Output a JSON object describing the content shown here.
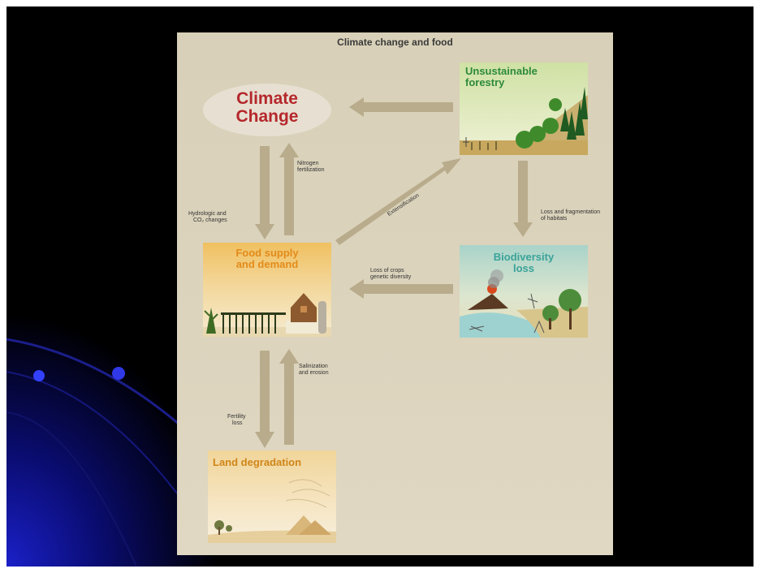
{
  "diagram": {
    "title": "Climate change and food",
    "nodes": {
      "climate_change": {
        "line1": "Climate",
        "line2": "Change"
      },
      "food_supply": {
        "line1": "Food supply",
        "line2": "and demand"
      },
      "forestry": {
        "line1": "Unsustainable",
        "line2": "forestry"
      },
      "biodiversity": {
        "line1": "Biodiversity",
        "line2": "loss"
      },
      "land_degradation": {
        "line1": "Land degradation"
      }
    },
    "arrow_labels": {
      "nitrogen": {
        "line1": "Nitrogen",
        "line2": "fertilization"
      },
      "hydrologic": {
        "line1": "Hydrologic and",
        "line2": "CO₂ changes"
      },
      "extensification": "Extensification",
      "habitats": {
        "line1": "Loss and fragmentation",
        "line2": "of habitats"
      },
      "crops": {
        "line1": "Loss of crops",
        "line2": "genetic diversity"
      },
      "salinization": {
        "line1": "Salinization",
        "line2": "and erosion"
      },
      "fertility": {
        "line1": "Fertility",
        "line2": "loss"
      }
    }
  },
  "colors": {
    "slide_background": "#000000",
    "panel": "#d8d0b8",
    "arrow": "#b8ac8c",
    "climate_text": "#b5272c",
    "food_text": "#e38b1a",
    "forestry_text": "#2d8a3a",
    "biodiversity_text": "#3aa39a",
    "land_text": "#d08518"
  }
}
